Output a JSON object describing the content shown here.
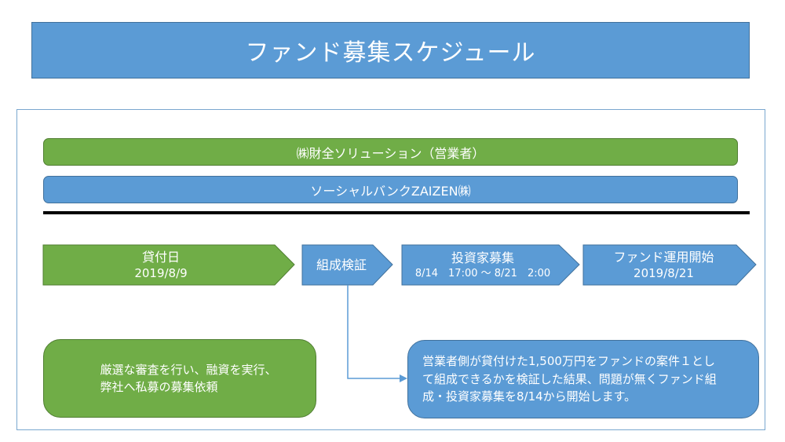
{
  "title": "ファンド募集スケジュール",
  "bands": {
    "operator": "㈱財全ソリューション（営業者）",
    "bank": "ソーシャルバンクZAIZEN㈱"
  },
  "steps": [
    {
      "name": "貸付日",
      "date": "2019/8/9"
    },
    {
      "name": "組成検証",
      "date": ""
    },
    {
      "name": "投資家募集",
      "date": "8/14　17:00 ～ 8/21　2:00"
    },
    {
      "name": "ファンド運用開始",
      "date": "2019/8/21"
    }
  ],
  "notes": {
    "lender": [
      "厳選な審査を行い、融資を実行、",
      "弊社へ私募の募集依頼"
    ],
    "verification": [
      "営業者側が貸付けた1,500万円をファンドの案件１とし",
      "て組成できるかを検証した結果、問題が無くファンド組",
      "成・投資家募集を8/14から開始します。"
    ]
  },
  "colors": {
    "blue": "#5b9bd5",
    "blue_border": "#41719c",
    "green": "#70ad47",
    "green_border": "#507e32"
  }
}
